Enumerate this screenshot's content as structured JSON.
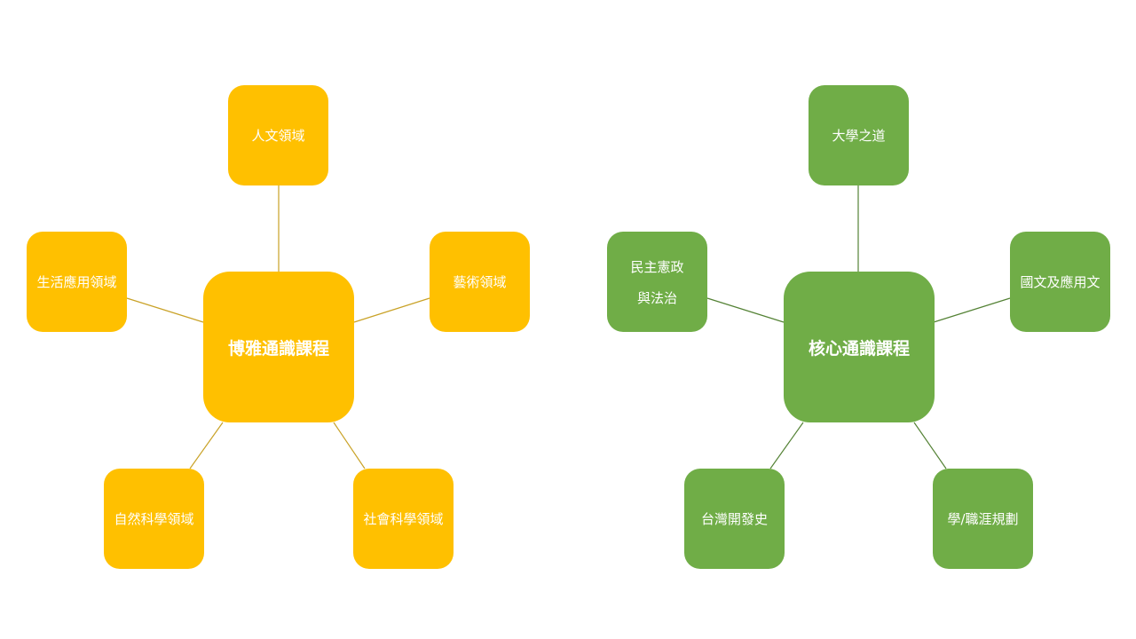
{
  "colors": {
    "general": "#FFC000",
    "general_line": "#C9A227",
    "core": "#70AD47",
    "core_line": "#548235"
  },
  "general_education": {
    "hub": "博雅通識課程",
    "top": "人文領域",
    "left": "生活應用領域",
    "right": "藝術領域",
    "bottom_left": "自然科學領域",
    "bottom_right": "社會科學領域"
  },
  "core_education": {
    "hub": "核心通識課程",
    "top": "大學之道",
    "left_line1": "民主憲政",
    "left_line2": "與法治",
    "right": "國文及應用文",
    "bottom_left": "台灣開發史",
    "bottom_right": "學/職涯規劃"
  }
}
